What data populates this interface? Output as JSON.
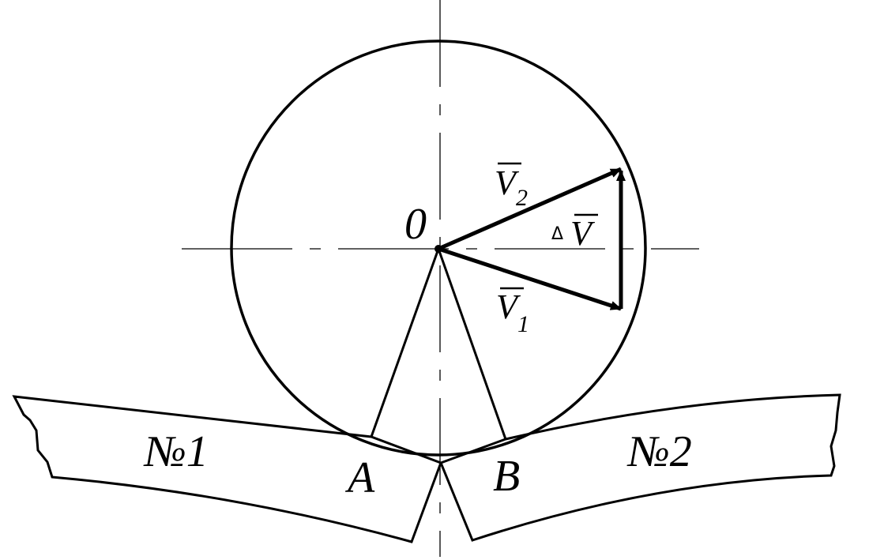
{
  "labels": {
    "center": "0",
    "point_a": "A",
    "point_b": "B",
    "segment_1": "№1",
    "segment_2": "№2",
    "v1": "V",
    "v1_sub": "1",
    "v2": "V",
    "v2_sub": "2",
    "dv_delta": "Δ",
    "dv": "V"
  },
  "colors": {
    "stroke": "#000000",
    "background": "#ffffff"
  }
}
